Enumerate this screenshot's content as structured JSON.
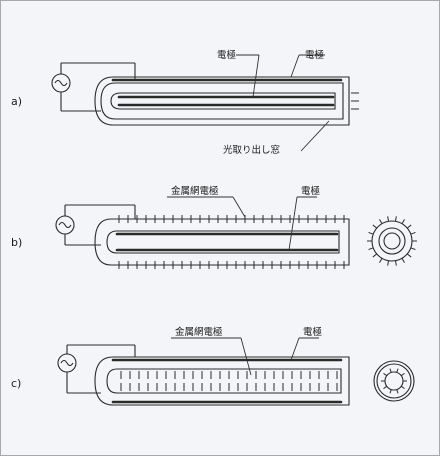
{
  "panels": {
    "a": {
      "label": "a)",
      "electrode_label_1": "電極",
      "electrode_label_2": "電極",
      "window_label": "光取り出し窓"
    },
    "b": {
      "label": "b)",
      "mesh_label": "金属網電極",
      "electrode_label": "電極"
    },
    "c": {
      "label": "c)",
      "mesh_label": "金属網電極",
      "electrode_label": "電極"
    }
  },
  "icons": {
    "ac_source": "ac-source-icon",
    "ring_cross_section": "cross-section-icon"
  }
}
